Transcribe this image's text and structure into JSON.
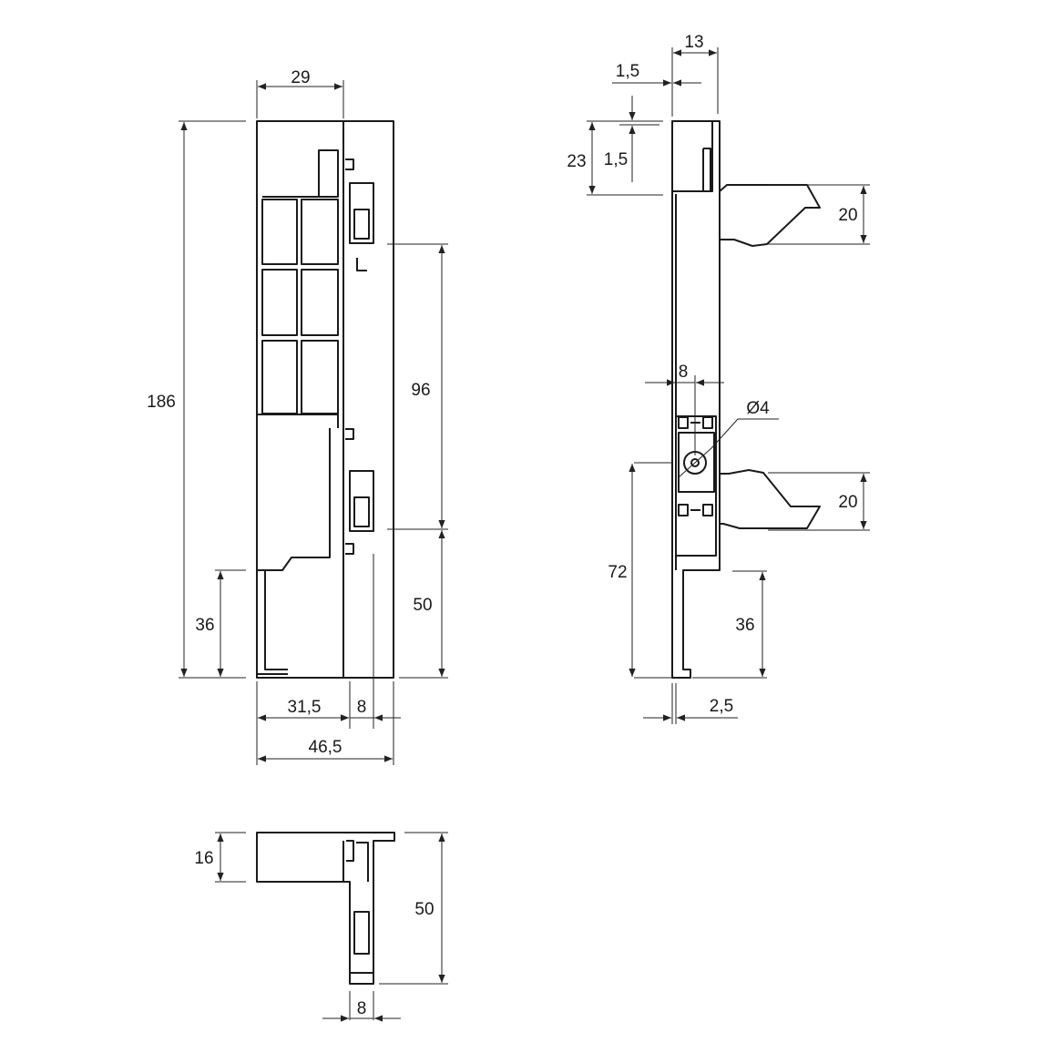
{
  "colors": {
    "stroke": "#1a1a1a",
    "background": "#ffffff"
  },
  "front_view": {
    "width_top": "29",
    "height_total": "186",
    "spacing_mid": "96",
    "bottom_gap": "50",
    "bottom_left": "36",
    "width_lower": "31,5",
    "slot_width": "8",
    "width_total": "46,5"
  },
  "side_view": {
    "depth_top": "13",
    "wall_top": "1,5",
    "wall_side": "1,5",
    "top_height": "23",
    "arm_upper": "20",
    "pin_offset": "8",
    "hole_diameter": "Ø4",
    "arm_lower": "20",
    "from_bottom": "72",
    "bottom_right": "36",
    "base_lip": "2,5"
  },
  "bottom_view": {
    "height_left": "16",
    "height_right": "50",
    "slot_width": "8"
  }
}
